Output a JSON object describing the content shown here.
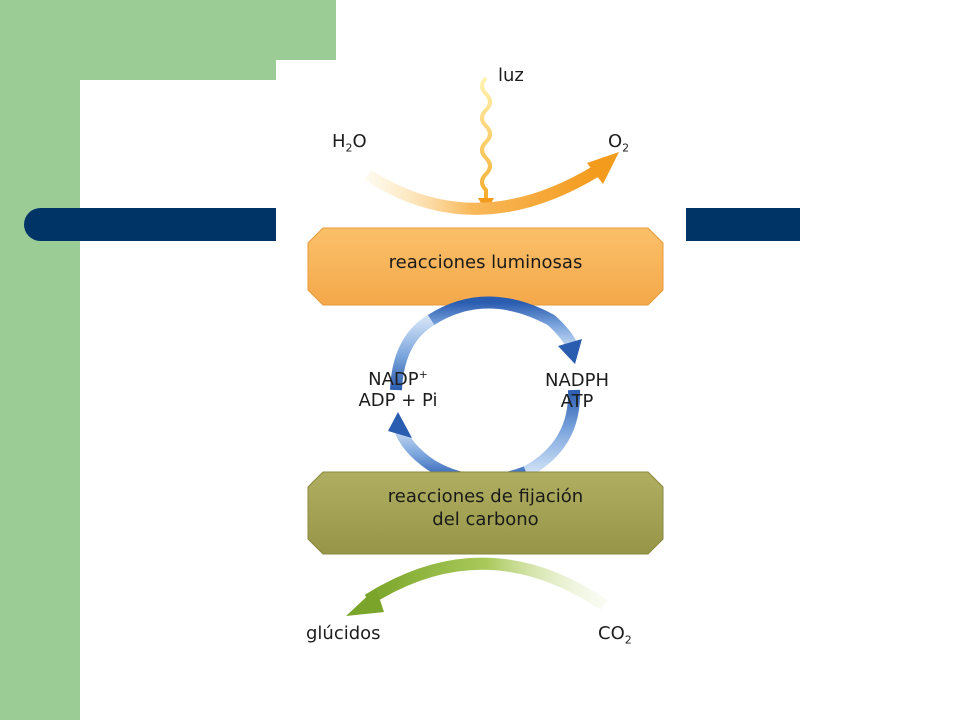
{
  "diagram": {
    "light_label": "luz",
    "water": {
      "main": "H",
      "sub": "2",
      "tail": "O"
    },
    "oxygen": {
      "main": "O",
      "sub": "2"
    },
    "light_reactions_label": "reacciones luminosas",
    "left_inputs": {
      "line1_main": "NADP",
      "line1_sup": "+",
      "line2": "ADP + Pi"
    },
    "right_outputs": {
      "line1": "NADPH",
      "line2": "ATP"
    },
    "carbon_fixation_label_line1": "reacciones de fijación",
    "carbon_fixation_label_line2": "del carbono",
    "sugars_label": "glúcidos",
    "co2": {
      "main": "CO",
      "sub": "2"
    }
  },
  "colors": {
    "slide_green": "#9ccc96",
    "navy_bar": "#003366",
    "light_box": "#f7b458",
    "fixation_box": "#a6a455",
    "cycle_blue": "#2f63b8",
    "sugar_arrow": "#8fb43a",
    "orange_arrow": "#f5a623"
  }
}
